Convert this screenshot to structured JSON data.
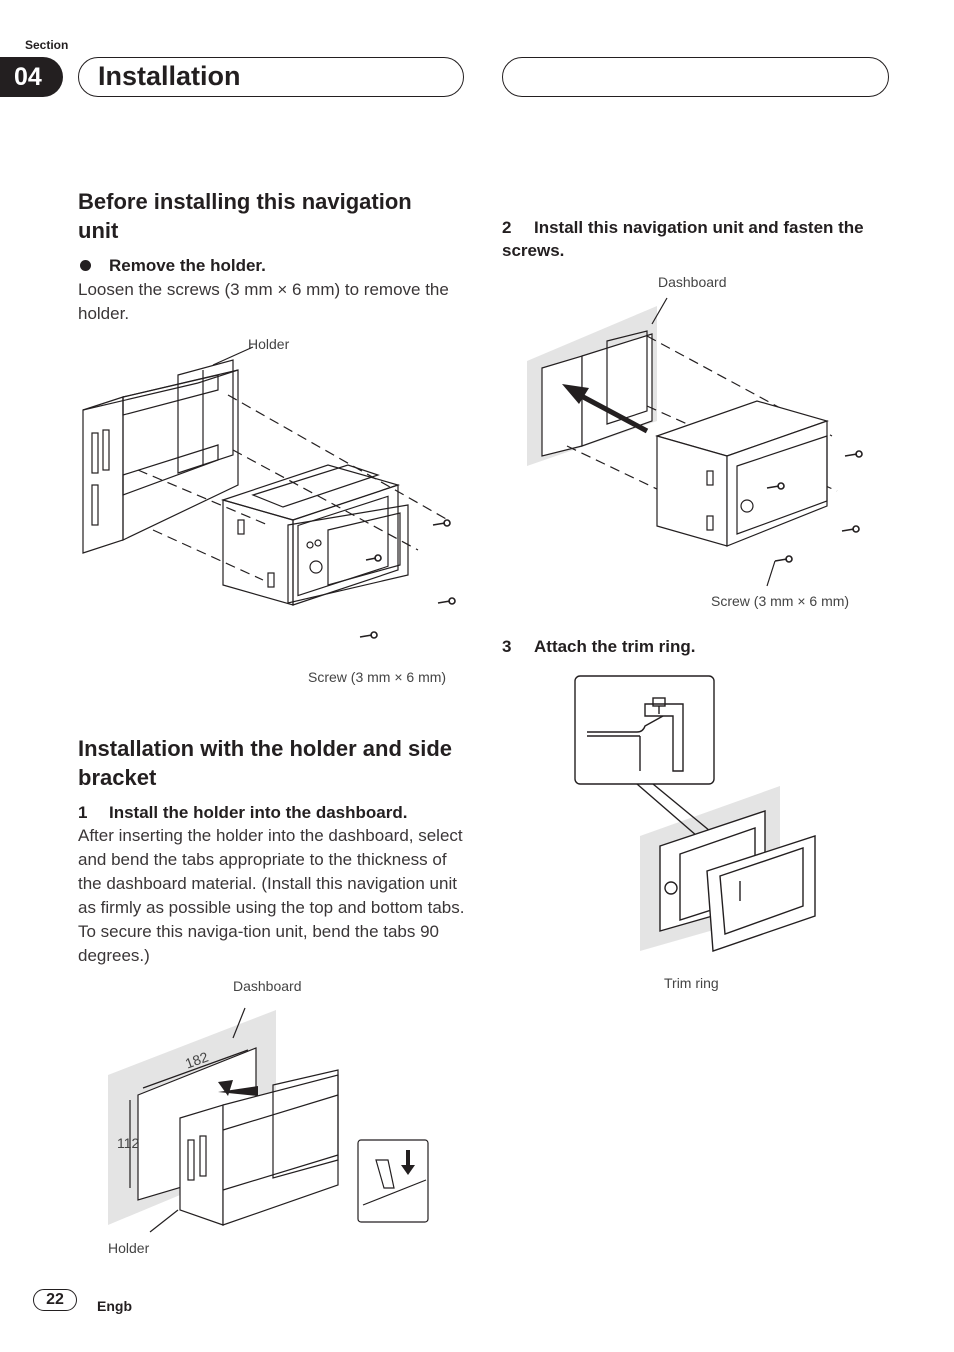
{
  "header": {
    "section_label": "Section",
    "section_number": "04",
    "title": "Installation"
  },
  "left": {
    "heading1": "Before installing this navigation unit",
    "bullet_step": "Remove the holder.",
    "bullet_body": "Loosen the screws (3 mm × 6 mm) to remove the holder.",
    "fig1_label_holder": "Holder",
    "fig1_label_screw": "Screw (3 mm × 6 mm)",
    "heading2": "Installation with the holder and side bracket",
    "step1_number": "1",
    "step1_title": "Install the holder into the dashboard.",
    "step1_body": "After inserting the holder into the dashboard, select and bend the tabs appropriate to the thickness of the dashboard material. (Install this navigation unit as firmly as possible using the top and bottom tabs. To secure this naviga-tion unit, bend the tabs 90 degrees.)",
    "fig3_label_dashboard": "Dashboard",
    "fig3_dim_width": "182",
    "fig3_dim_height": "112",
    "fig3_label_holder": "Holder"
  },
  "right": {
    "step2_number": "2",
    "step2_title": "Install this navigation unit and fasten the screws.",
    "fig2_label_dashboard": "Dashboard",
    "fig2_label_screw": "Screw (3 mm × 6 mm)",
    "step3_number": "3",
    "step3_title": "Attach the trim ring.",
    "fig4_label_trim": "Trim ring"
  },
  "footer": {
    "page_number": "22",
    "language": "Engb"
  }
}
